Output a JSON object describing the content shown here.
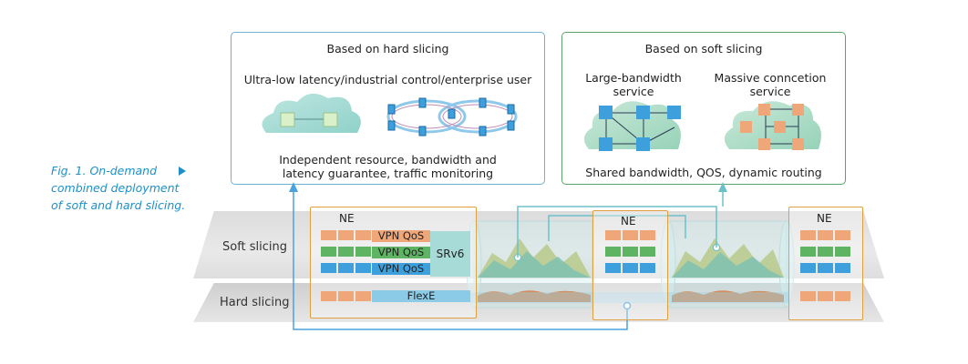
{
  "caption": "Fig. 1. On-demand combined deployment of soft and hard slicing.",
  "hard_box": {
    "title": "Based on hard slicing",
    "subtitle": "Ultra-low latency/industrial control/enterprise user",
    "desc_line1": "Independent resource, bandwidth and",
    "desc_line2": "latency guarantee, traffic monitoring"
  },
  "soft_box": {
    "title": "Based on soft slicing",
    "service1_line1": "Large-bandwidth",
    "service1_line2": "service",
    "service2_line1": "Massive conncetion",
    "service2_line2": "service",
    "desc": "Shared bandwidth, QOS, dynamic routing"
  },
  "layers": {
    "soft": "Soft slicing",
    "hard": "Hard slicing"
  },
  "ne_label": "NE",
  "qos_labels": [
    "VPN QoS",
    "VPN QoS",
    "VPN QoS"
  ],
  "srv6_label": "SRv6",
  "flexe_label": "FlexE",
  "colors": {
    "hard_border": "#6cb3cd",
    "soft_border": "#5aa66a",
    "ne_border": "#e0a040",
    "orange": "#efa679",
    "green": "#5fb464",
    "blue": "#3da0dc",
    "caption": "#1e8fc9",
    "link": "#6cc0c8"
  }
}
